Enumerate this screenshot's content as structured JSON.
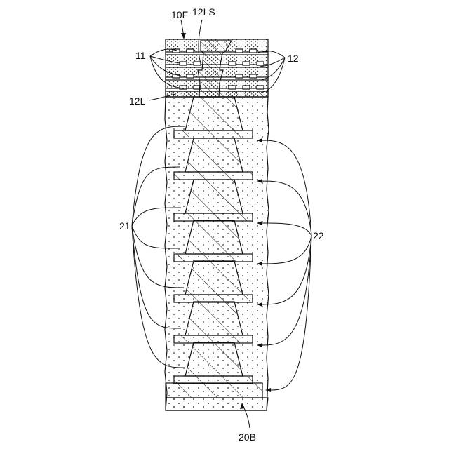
{
  "labels": {
    "top_structure": "10F",
    "top_via_stack": "12LS",
    "top_insulating_layers": "11",
    "top_conductor_layers": "12",
    "top_land": "12L",
    "core_insulating_layers": "21",
    "core_conductor_layers": "22",
    "bottom_structure": "20B"
  },
  "colors": {
    "line": "#111111",
    "background": "#ffffff"
  }
}
